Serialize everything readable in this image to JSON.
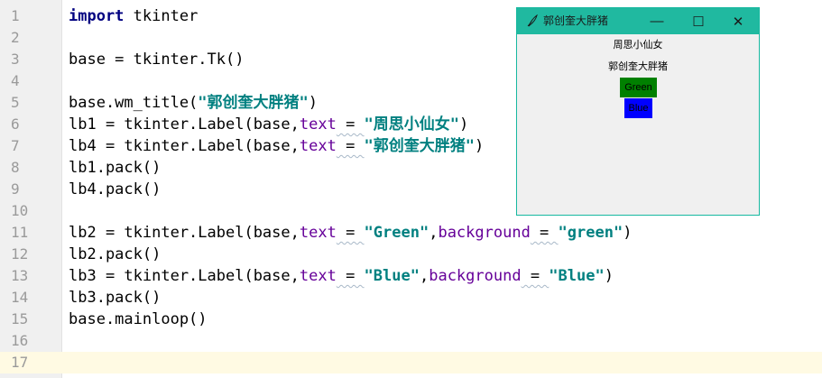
{
  "editor": {
    "current_line": 17,
    "lines": [
      {
        "num": "1"
      },
      {
        "num": "2"
      },
      {
        "num": "3"
      },
      {
        "num": "4"
      },
      {
        "num": "5"
      },
      {
        "num": "6"
      },
      {
        "num": "7"
      },
      {
        "num": "8"
      },
      {
        "num": "9"
      },
      {
        "num": "10"
      },
      {
        "num": "11"
      },
      {
        "num": "12"
      },
      {
        "num": "13"
      },
      {
        "num": "14"
      },
      {
        "num": "15"
      },
      {
        "num": "16"
      },
      {
        "num": "17"
      }
    ],
    "code": {
      "l1_kw": "import",
      "l1_rest": " tkinter",
      "l3": "base = tkinter.Tk()",
      "l5_a": "base.wm_title(",
      "l5_str": "\"郭创奎大胖猪\"",
      "l5_b": ")",
      "l6_a": "lb1 = tkinter.Label(base,",
      "l6_str": "\"周思小仙女\"",
      "l6_b": ")",
      "l7_a": "lb4 = tkinter.Label(base,",
      "l7_str": "\"郭创奎大胖猪\"",
      "l7_b": ")",
      "l8": "lb1.pack()",
      "l9": "lb4.pack()",
      "l11_a": "lb2 = tkinter.Label(base,",
      "l11_str1": "\"Green\"",
      "l11_str2": "\"green\"",
      "l11_b": ")",
      "l12": "lb2.pack()",
      "l13_a": "lb3 = tkinter.Label(base,",
      "l13_str1": "\"Blue\"",
      "l13_str2": "\"Blue\"",
      "l13_b": ")",
      "l14": "lb3.pack()",
      "l15": "base.mainloop()",
      "kw_text": "text",
      "kw_background": "background",
      "eq": " = ",
      "comma": ","
    }
  },
  "tk_window": {
    "title": "郭创奎大胖猪",
    "min_glyph": "—",
    "max_glyph": "☐",
    "close_glyph": "✕",
    "label1": "周思小仙女",
    "label2": "郭创奎大胖猪",
    "label_green": "Green",
    "label_blue": "Blue",
    "green_color": "#008000",
    "blue_color": "#0000ff",
    "accent_color": "#20b9a0"
  }
}
